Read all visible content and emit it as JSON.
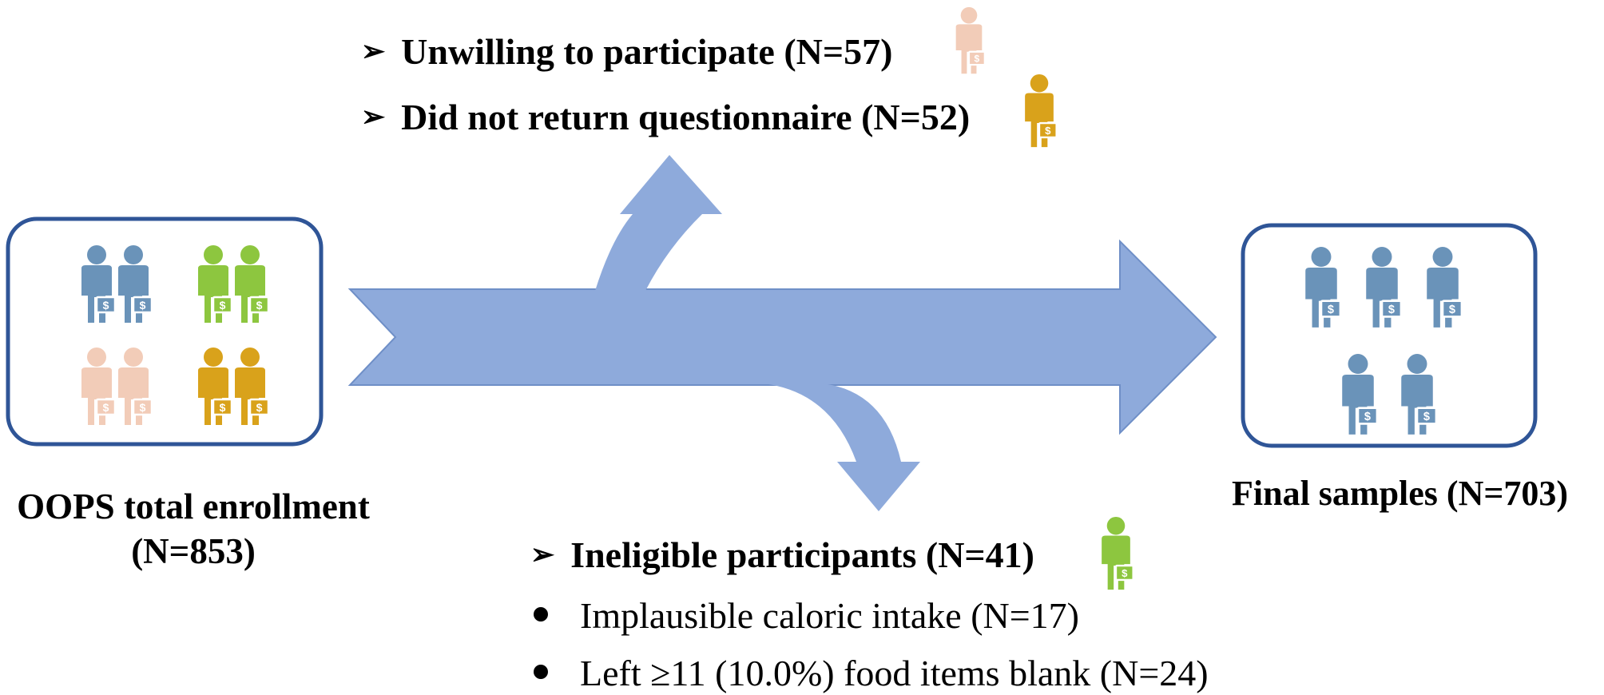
{
  "enrollment": {
    "line1": "OOPS total enrollment",
    "line2": "(N=853)"
  },
  "final": {
    "label": "Final samples (N=703)"
  },
  "excluded_top": [
    {
      "marker": "➢",
      "text": "Unwilling to participate (N=57)"
    },
    {
      "marker": "➢",
      "text": "Did not return questionnaire (N=52)"
    }
  ],
  "excluded_bottom": {
    "marker": "➢",
    "header": "Ineligible participants (N=41)",
    "bullets": [
      "Implausible caloric intake (N=17)",
      "Left ≥11 (10.0%) food items blank (N=24)"
    ]
  },
  "colors": {
    "arrow": "#8eaadb",
    "box_border": "#2f5597",
    "blue_person": "#6a93b9",
    "green_person": "#8dc63f",
    "peach_person": "#f2ccb8",
    "gold_person": "#d9a21b"
  },
  "icons": {
    "person": "person-with-money-bag-icon",
    "bullet_marker": "arrow-bullet-icon"
  }
}
